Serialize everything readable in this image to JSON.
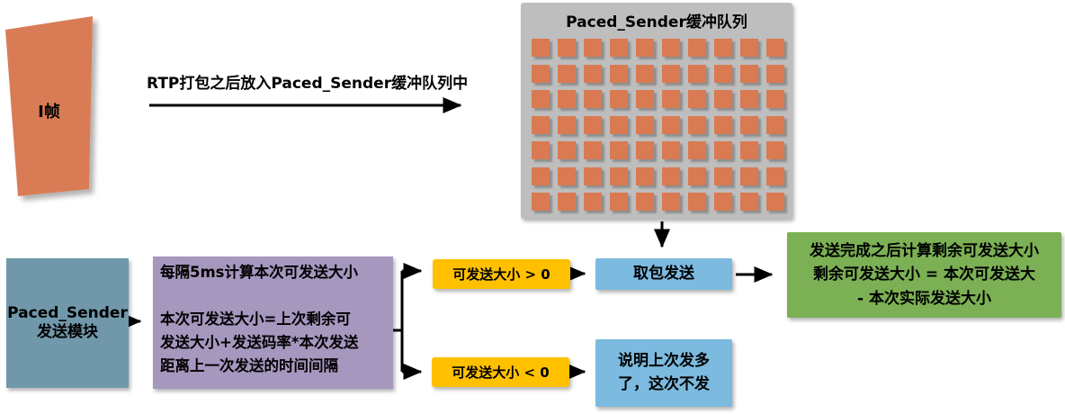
{
  "diagram": {
    "iframe_shape": {
      "label": "I帧",
      "color": "#D97B55"
    },
    "top_arrow": {
      "label": "RTP打包之后放入Paced_Sender缓冲队列中"
    },
    "buffer_queue": {
      "title": "Paced_Sender缓冲队列",
      "bg_color": "#BEBEBE",
      "grid": {
        "columns": 10,
        "rows": 7,
        "square_color": "#D97A52"
      }
    },
    "sender_module": {
      "label": "Paced_Sender\n发送模块",
      "color": "#7098AA"
    },
    "calc_box": {
      "text": "每隔5ms计算本次可发送大小\n\n本次可发送大小=上次剩余可\n发送大小+发送码率*本次发送\n距离上一次发送的时间间隔",
      "color": "#A697BF"
    },
    "branch_positive": {
      "label": "可发送大小 > 0",
      "color": "#FFC000"
    },
    "branch_negative": {
      "label": "可发送大小 < 0",
      "color": "#FFC000"
    },
    "send_box": {
      "label": "取包发送",
      "color": "#7CBADF"
    },
    "skip_box": {
      "label": "说明上次发多\n了，这次不发",
      "color": "#7CBADF"
    },
    "result_box": {
      "text": "发送完成之后计算剩余可发送大小\n剩余可发送大小 = 本次可发送大\n- 本次实际发送大小",
      "color": "#7CB054"
    }
  }
}
